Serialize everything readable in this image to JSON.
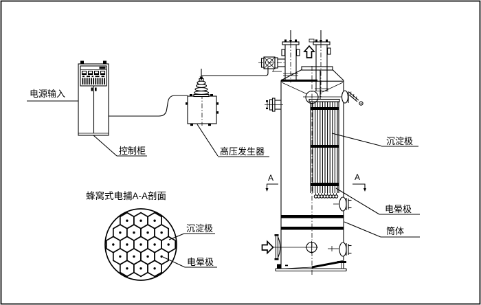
{
  "colors": {
    "line": "#000000",
    "background": "#ffffff"
  },
  "power": {
    "input_label": "电源输入"
  },
  "control_cabinet": {
    "label": "控制柜"
  },
  "hv_generator": {
    "label": "高压发生器"
  },
  "vessel": {
    "precipitation_electrode_label": "沉淀极",
    "corona_electrode_label": "电晕极",
    "shell_label": "筒体",
    "section_mark": "A",
    "tube_line_count": 11,
    "weight_count": 8
  },
  "cross_section": {
    "title": "蜂窝式电捕A-A剖面",
    "precipitation_electrode_label": "沉淀极",
    "corona_electrode_label": "电晕极",
    "hex_rows": [
      3,
      4,
      5,
      4,
      3
    ]
  }
}
